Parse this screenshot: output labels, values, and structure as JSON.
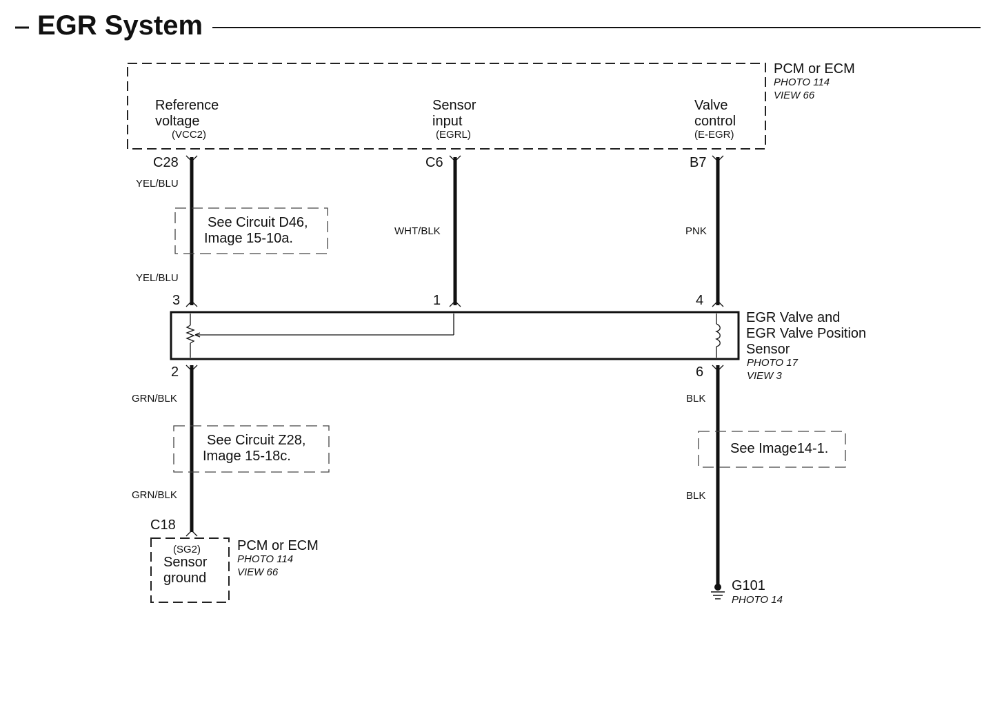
{
  "title": "EGR System",
  "pcm_top": {
    "name": "PCM or ECM",
    "photo": "PHOTO 114",
    "view": "VIEW 66",
    "terminals": [
      {
        "line1": "Reference",
        "line2": "voltage",
        "code": "(VCC2)",
        "pin": "C28"
      },
      {
        "line1": "Sensor",
        "line2": "input",
        "code": "(EGRL)",
        "pin": "C6"
      },
      {
        "line1": "Valve",
        "line2": "control",
        "code": "(E-EGR)",
        "pin": "B7"
      }
    ]
  },
  "wires": {
    "left_top_upper": "YEL/BLU",
    "left_top_lower": "YEL/BLU",
    "middle": "WHT/BLK",
    "right_top": "PNK",
    "left_bottom_upper": "GRN/BLK",
    "left_bottom_lower": "GRN/BLK",
    "right_bottom_upper": "BLK",
    "right_bottom_lower": "BLK"
  },
  "refs": {
    "d46_line1": "See Circuit D46,",
    "d46_line2": "Image 15-10a.",
    "z28_line1": "See Circuit Z28,",
    "z28_line2": "Image 15-18c.",
    "image14": "See Image14-1."
  },
  "component": {
    "name_line1": "EGR Valve and",
    "name_line2": "EGR Valve Position",
    "name_line3": "Sensor",
    "photo": "PHOTO 17",
    "view": "VIEW 3",
    "pins_top": [
      "3",
      "1",
      "4"
    ],
    "pins_bottom": [
      "2",
      "6"
    ]
  },
  "pcm_bottom": {
    "pin": "C18",
    "code": "(SG2)",
    "line1": "Sensor",
    "line2": "ground",
    "name": "PCM or ECM",
    "photo": "PHOTO 114",
    "view": "VIEW 66"
  },
  "ground": {
    "name": "G101",
    "photo": "PHOTO 14"
  }
}
